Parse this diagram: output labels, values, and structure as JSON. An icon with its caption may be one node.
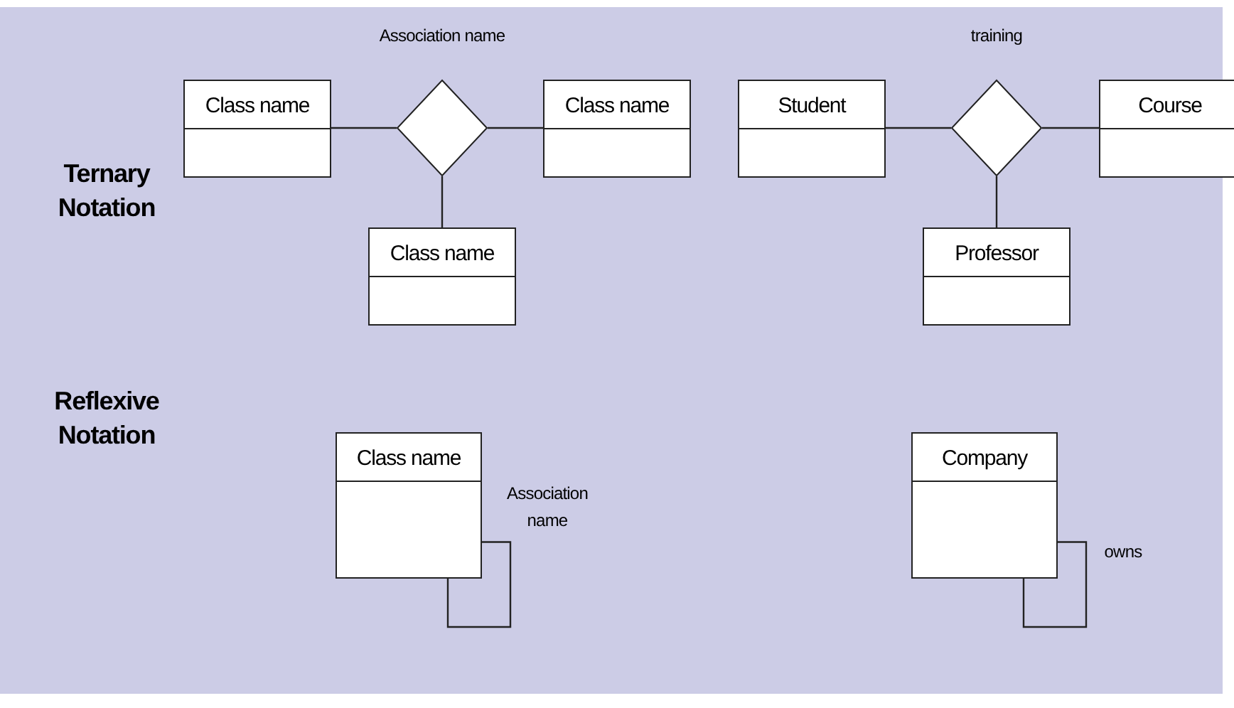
{
  "diagram": {
    "nodes": [
      {
        "text": [
          "Class name"
        ]
      },
      {
        "text": [],
        "shape": "diamond",
        "beside": [
          "Association name"
        ]
      },
      {
        "text": [
          "Class name"
        ]
      },
      {
        "text": [
          "Class name"
        ]
      },
      {
        "text": [
          "Student"
        ]
      },
      {
        "text": [],
        "shape": "diamond",
        "beside": [
          "training"
        ]
      },
      {
        "text": [
          "Course"
        ]
      },
      {
        "text": [
          "Professor"
        ]
      },
      {
        "text": [
          "Class name"
        ]
      },
      {
        "text": [
          "Company"
        ]
      }
    ],
    "edges": [
      {
        "from": 0,
        "to": 1,
        "arrow": "none"
      },
      {
        "from": 1,
        "to": 2,
        "arrow": "none"
      },
      {
        "from": 1,
        "to": 3,
        "arrow": "none"
      },
      {
        "from": 4,
        "to": 5,
        "arrow": "none"
      },
      {
        "from": 5,
        "to": 6,
        "arrow": "none"
      },
      {
        "from": 5,
        "to": 7,
        "arrow": "none"
      },
      {
        "from": 8,
        "to": 8,
        "arrow": "none",
        "label": "Association name"
      },
      {
        "from": 9,
        "to": 9,
        "arrow": "none",
        "label": "owns"
      }
    ],
    "labels": [
      "Ternary Notation",
      "Reflexive Notation"
    ]
  }
}
